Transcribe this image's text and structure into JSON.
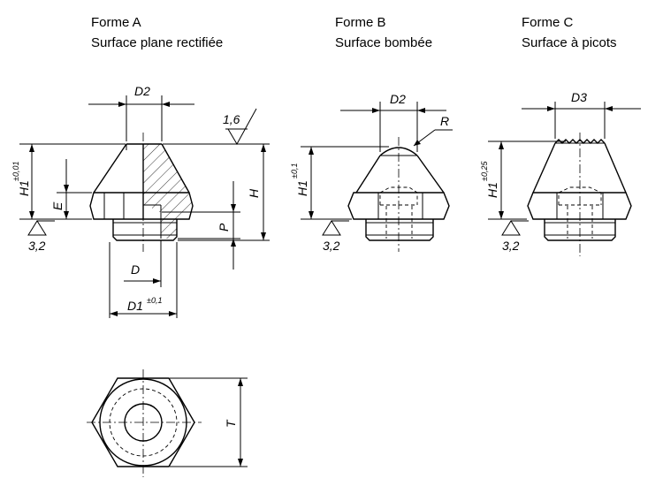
{
  "forms": [
    {
      "name": "Forme A",
      "surface": "Surface plane rectifiée"
    },
    {
      "name": "Forme B",
      "surface": "Surface bombée"
    },
    {
      "name": "Forme C",
      "surface": "Surface à picots"
    }
  ],
  "dimensions": {
    "D2": "D2",
    "D3": "D3",
    "D": "D",
    "D1": "D1",
    "D1_tol": "±0,1",
    "H": "H",
    "H1": "H1",
    "H1_tol_A": "±0,01",
    "H1_tol_B": "±0,1",
    "H1_tol_C": "±0,25",
    "E": "E",
    "P": "P",
    "R": "R",
    "T": "T"
  },
  "roughness": {
    "top": "1,6",
    "base": "3,2"
  }
}
